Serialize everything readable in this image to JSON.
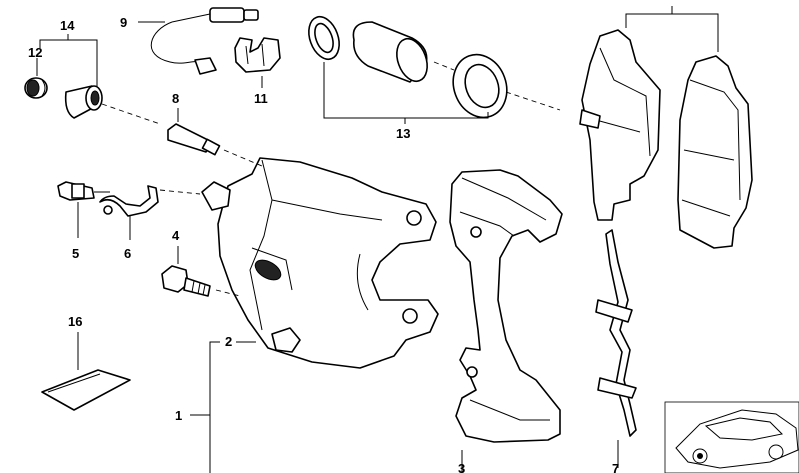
{
  "labels": {
    "l1": "1",
    "l2": "2",
    "l3": "3",
    "l4": "4",
    "l5": "5",
    "l6": "6",
    "l7": "7",
    "l8": "8",
    "l9": "9",
    "l11": "11",
    "l12": "12",
    "l13": "13",
    "l14": "14",
    "l16": "16"
  }
}
